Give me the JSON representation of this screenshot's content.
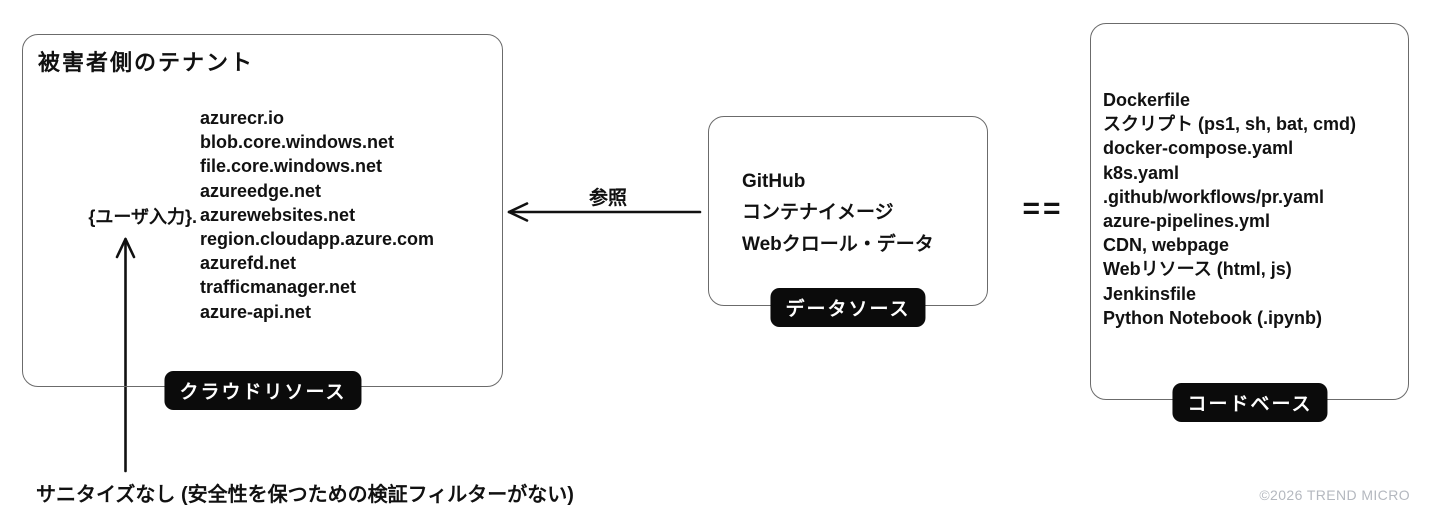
{
  "left_box": {
    "title": "被害者側のテナント",
    "user_input_prefix": "{ユーザ入力}.",
    "domains": [
      "azurecr.io",
      "blob.core.windows.net",
      "file.core.windows.net",
      "azureedge.net",
      "azurewebsites.net",
      "region.cloudapp.azure.com",
      "azurefd.net",
      "trafficmanager.net",
      "azure-api.net"
    ],
    "label": "クラウドリソース"
  },
  "middle_box": {
    "items": [
      "GitHub",
      "コンテナイメージ",
      "Webクロール・データ"
    ],
    "label": "データソース"
  },
  "right_box": {
    "items": [
      "Dockerfile",
      "スクリプト (ps1, sh, bat, cmd)",
      "docker-compose.yaml",
      "k8s.yaml",
      ".github/workflows/pr.yaml",
      "azure-pipelines.yml",
      "CDN, webpage",
      "Webリソース (html, js)",
      "Jenkinsfile",
      "Python Notebook (.ipynb)"
    ],
    "label": "コードベース"
  },
  "connector": {
    "reference_label": "参照",
    "equals": "=="
  },
  "annotations": {
    "sanitize_note": "サニタイズなし (安全性を保つための検証フィルターがない)"
  },
  "footer": {
    "copyright": "©2026 TREND MICRO"
  },
  "colors": {
    "box_border": "#6b6b6b",
    "label_bg": "#0b0b0b",
    "label_text": "#ffffff",
    "arrow": "#111111",
    "copyright_text": "#b4b8bf"
  }
}
